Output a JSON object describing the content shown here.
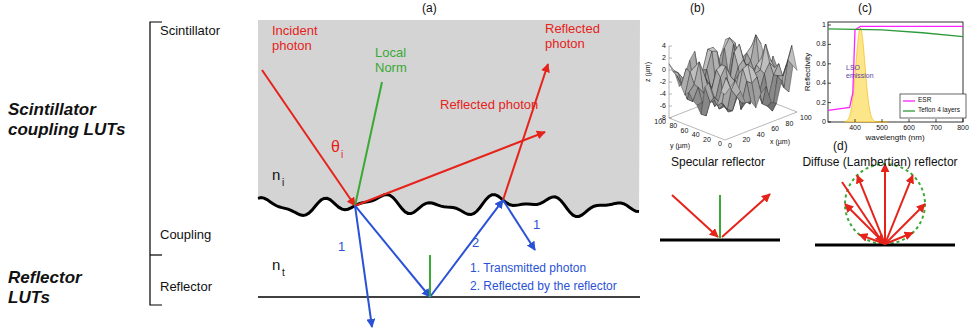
{
  "diagram": {
    "labels": [
      "(a)",
      "(b)",
      "(c)",
      "(d)",
      "Scintillator coupling LUTs",
      "Reflector LUTs",
      "Scintillator",
      "Coupling",
      "Reflector",
      "Incident photon",
      "Local Norm",
      "θ",
      "i",
      "Reflected photon",
      "Reflected photon",
      "n",
      "i",
      "n",
      "t",
      "1",
      "2",
      "1",
      "1. Transmitted photon",
      "2. Reflected by the reflector",
      "Specular reflector",
      "Diffuse (Lambertian) reflector",
      "z (µm)",
      "4",
      "2",
      "0",
      "-2",
      "-4",
      "-6",
      "-8",
      "y (µm)",
      "100",
      "80",
      "60",
      "40",
      "20",
      "0",
      "x (µm)",
      "0",
      "20",
      "40",
      "60",
      "80",
      "100",
      "Reflectivity",
      "1",
      "0.8",
      "0.6",
      "0.4",
      "0.2",
      "0",
      "400",
      "500",
      "600",
      "700",
      "800",
      "wavelength (nm)",
      "LSO emission"
    ],
    "legend": [
      {
        "text": "ESR"
      },
      {
        "text": "Teflon 4 layers"
      }
    ]
  }
}
